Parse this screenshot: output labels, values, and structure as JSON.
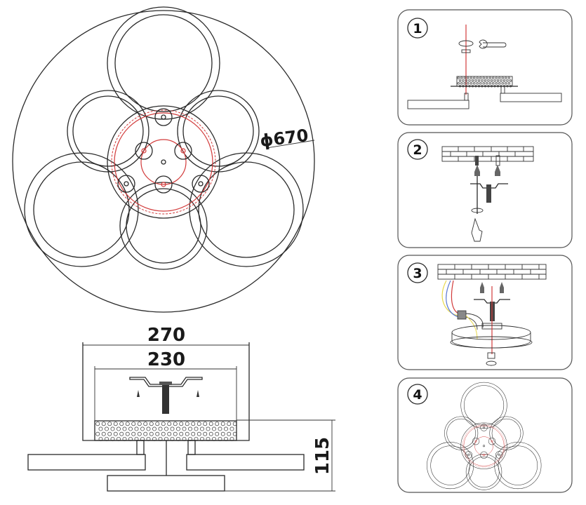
{
  "top_view": {
    "diameter_label": "ϕ670"
  },
  "side_view": {
    "width_outer_label": "270",
    "width_inner_label": "230",
    "height_label": "115"
  },
  "steps": [
    {
      "number": "1"
    },
    {
      "number": "2"
    },
    {
      "number": "3"
    },
    {
      "number": "4"
    }
  ],
  "colors": {
    "line": "#2a2a2a",
    "accent_red": "#d23a3a",
    "wire_yellow": "#e8d84a",
    "wire_blue": "#5a78d0"
  }
}
